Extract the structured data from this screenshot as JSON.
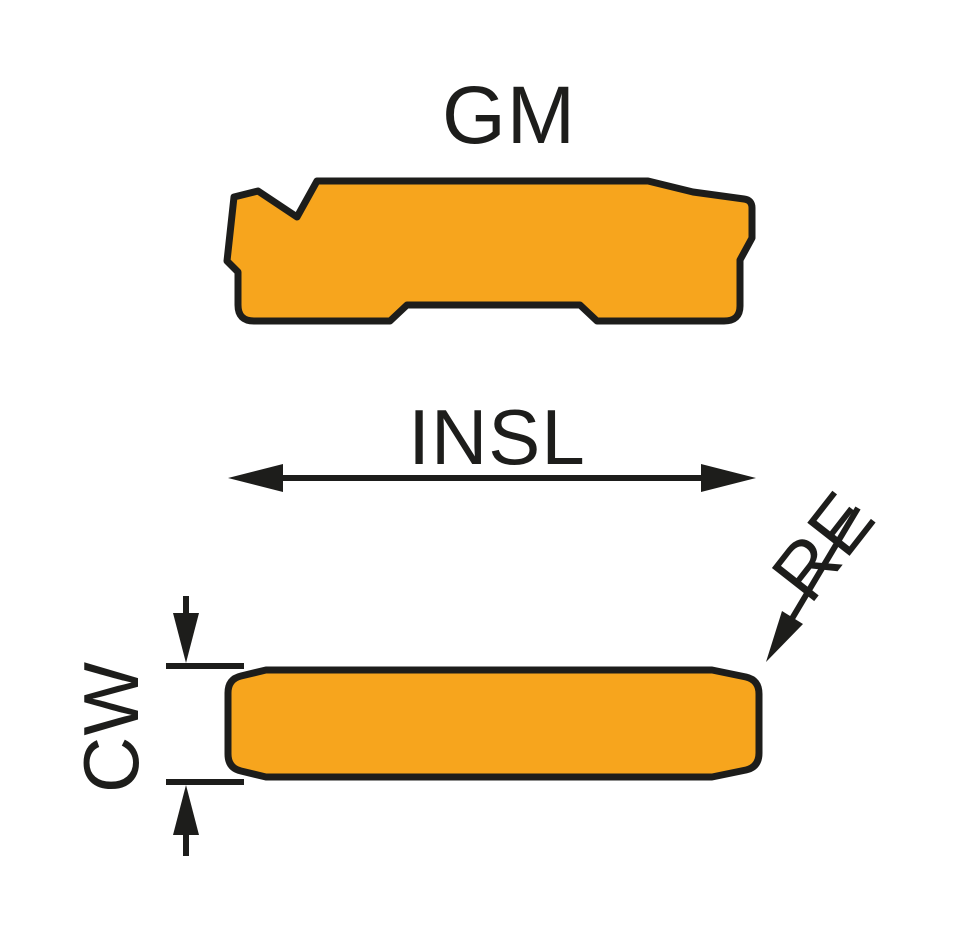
{
  "diagram": {
    "title": "GM",
    "dimensions": {
      "insert_length_label": "INSL",
      "cutting_width_label": "CW",
      "corner_radius_label": "RE"
    },
    "colors": {
      "insert_fill": "#F7A51D",
      "outline": "#1D1D1B",
      "background": "#FFFFFF",
      "text": "#1D1D1B"
    }
  }
}
